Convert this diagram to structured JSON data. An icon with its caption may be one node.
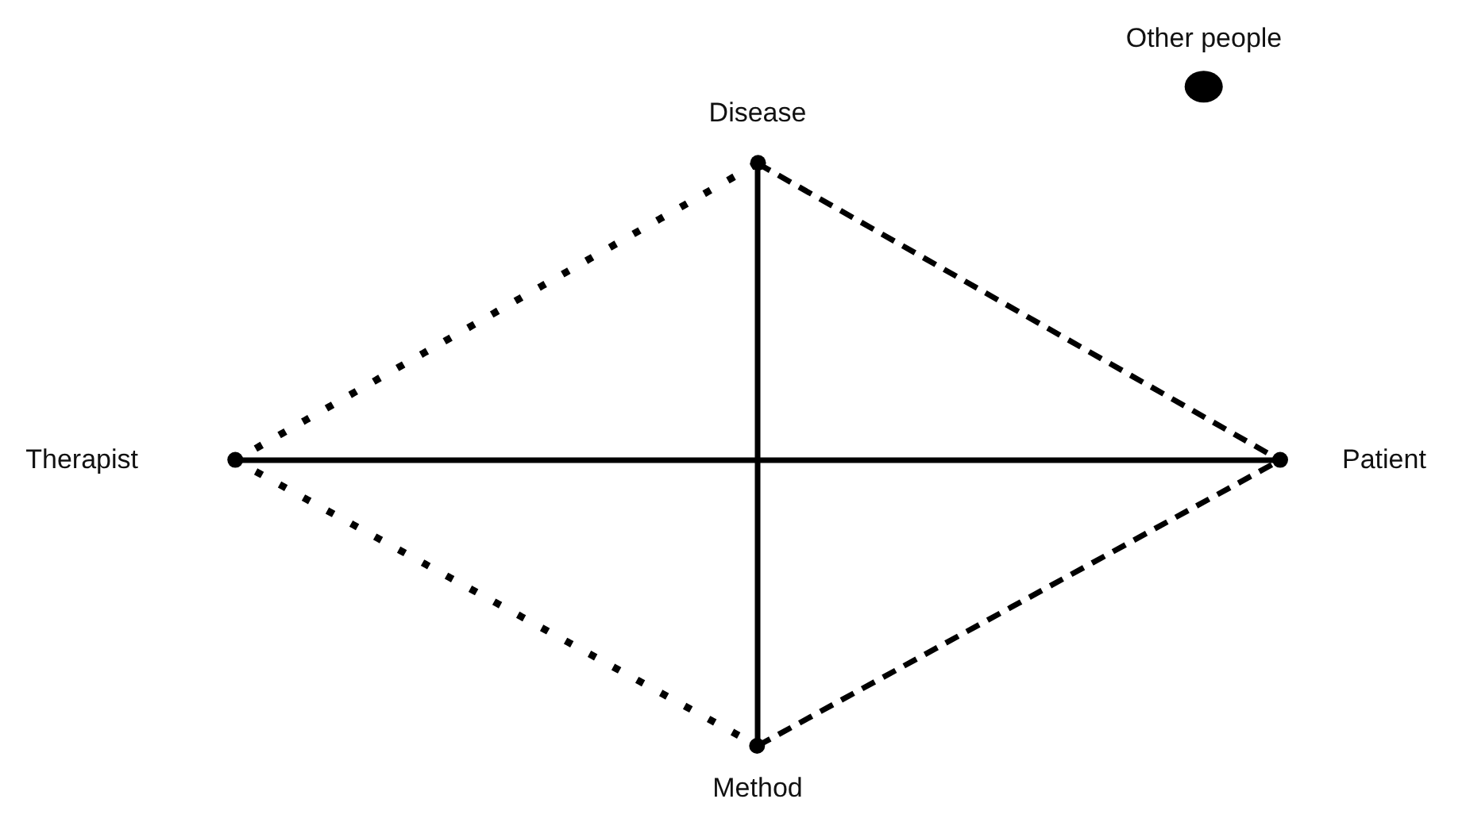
{
  "diagram": {
    "nodes": [
      {
        "text": [
          "Other people"
        ]
      },
      {
        "text": [
          "Disease"
        ]
      },
      {
        "text": [
          "Therapist"
        ]
      },
      {
        "text": [
          "Patient"
        ]
      },
      {
        "text": [
          "Method"
        ]
      }
    ],
    "edges": [
      {
        "from": 1,
        "to": 4,
        "arrow": "none"
      },
      {
        "from": 2,
        "to": 3,
        "arrow": "none"
      },
      {
        "from": 2,
        "to": 1,
        "arrow": "none",
        "style": "dashed"
      },
      {
        "from": 2,
        "to": 4,
        "arrow": "none",
        "style": "dashed"
      },
      {
        "from": 1,
        "to": 3,
        "arrow": "none",
        "style": "dashed"
      },
      {
        "from": 4,
        "to": 3,
        "arrow": "none",
        "style": "dashed"
      }
    ]
  }
}
